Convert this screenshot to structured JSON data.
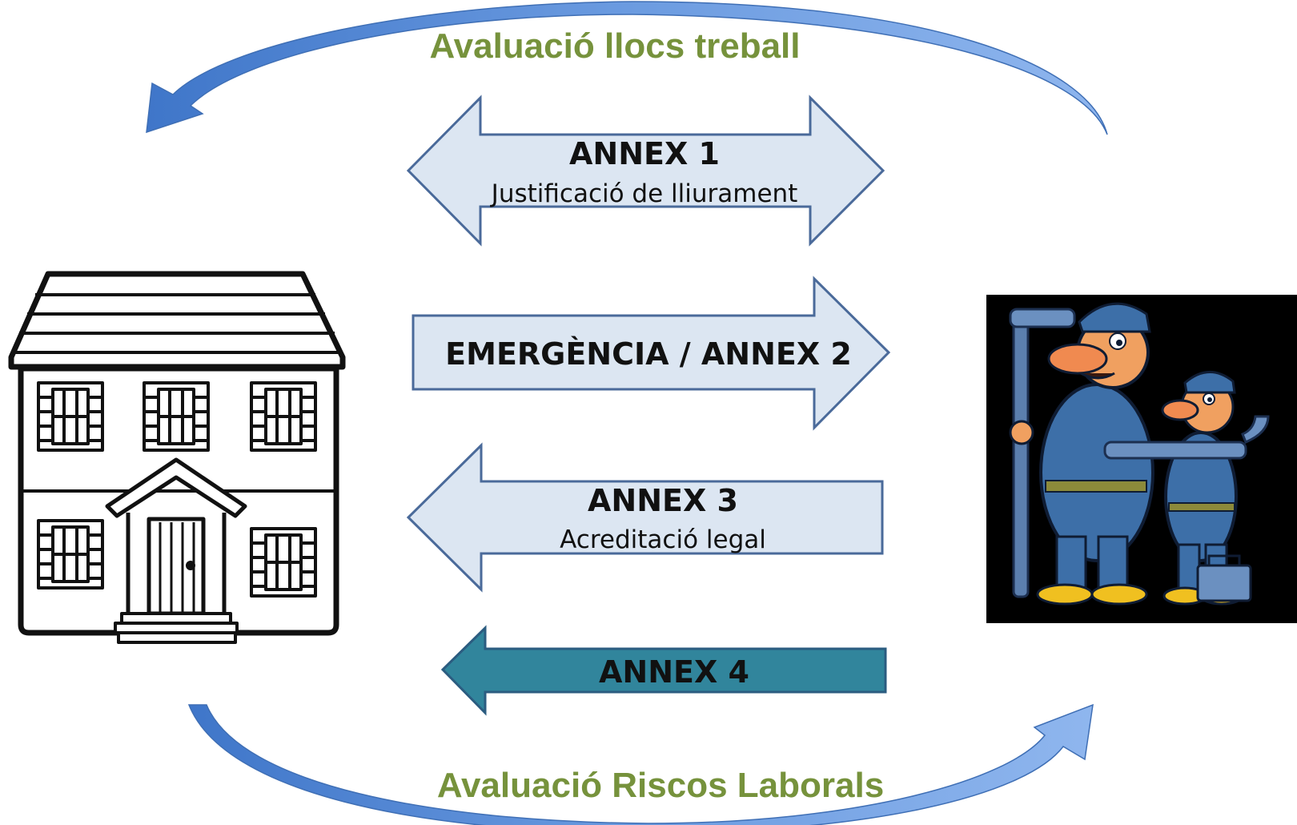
{
  "cycle": {
    "top_label": "Avaluació llocs treball",
    "bottom_label": "Avaluació Riscos Laborals"
  },
  "arrows": [
    {
      "title": "ANNEX 1",
      "subtitle": "Justificació de lliurament",
      "direction": "both"
    },
    {
      "title": "EMERGÈNCIA / ANNEX 2",
      "direction": "right"
    },
    {
      "title": "ANNEX 3",
      "subtitle": "Acreditació legal",
      "direction": "left"
    },
    {
      "title": "ANNEX 4",
      "direction": "left"
    }
  ],
  "colors": {
    "arrow_fill_light": "#dce6f2",
    "arrow_stroke": "#4a6a9a",
    "annex4_fill": "#31859c",
    "cycle_arrow": "#5b8fd6",
    "cycle_label": "#76923c"
  },
  "icons": {
    "left": "house-icon",
    "right": "workers-illustration"
  }
}
